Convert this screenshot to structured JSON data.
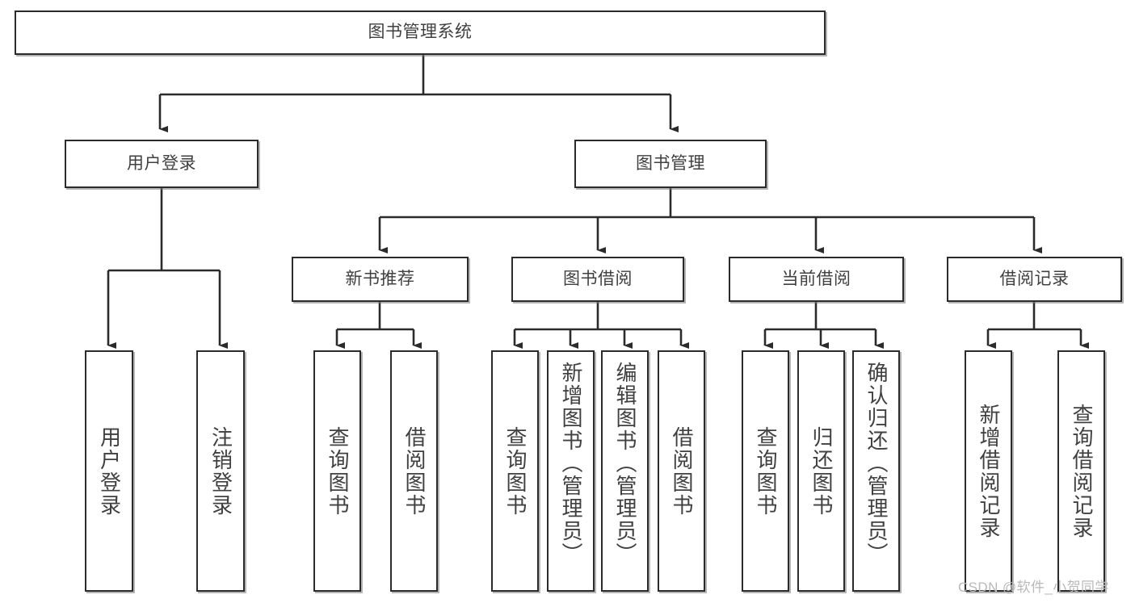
{
  "diagram": {
    "title": "图书管理系统",
    "type": "tree-hierarchy-diagram",
    "orientation": "top-down",
    "colors": {
      "border": "#2b2b2b",
      "connector": "#2b2b2b",
      "background": "#ffffff",
      "text": "#404040",
      "watermark": "#b9b9b9"
    },
    "root": {
      "label": "图书管理系统"
    },
    "level2": [
      {
        "label": "用户登录"
      },
      {
        "label": "图书管理"
      }
    ],
    "level3": [
      {
        "label": "新书推荐"
      },
      {
        "label": "图书借阅"
      },
      {
        "label": "当前借阅"
      },
      {
        "label": "借阅记录"
      }
    ],
    "leaves": {
      "user_login": [
        {
          "label": "用户登录"
        },
        {
          "label": "注销登录"
        }
      ],
      "new_book_recommend": [
        {
          "label": "查询图书"
        },
        {
          "label": "借阅图书"
        }
      ],
      "book_borrow": [
        {
          "label": "查询图书"
        },
        {
          "label": "新增图书（管理员）"
        },
        {
          "label": "编辑图书（管理员）"
        },
        {
          "label": "借阅图书"
        }
      ],
      "current_borrow": [
        {
          "label": "查询图书"
        },
        {
          "label": "归还图书"
        },
        {
          "label": "确认归还（管理员）"
        }
      ],
      "borrow_records": [
        {
          "label": "新增借阅记录"
        },
        {
          "label": "查询借阅记录"
        }
      ]
    }
  },
  "watermark": {
    "text": "CSDN @软件_小贺同学"
  }
}
